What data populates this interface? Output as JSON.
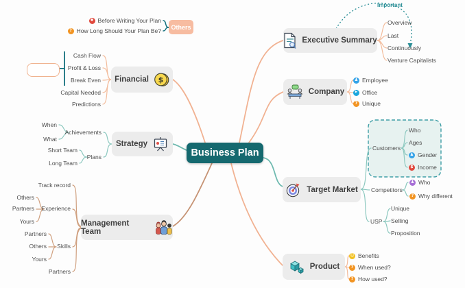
{
  "central": {
    "label": "Business Plan"
  },
  "relationship": {
    "label": "Important"
  },
  "floating": {
    "label": "Others",
    "children": [
      {
        "label": "Before Writing Your Plan",
        "marker": "record-red-icon"
      },
      {
        "label": "How Long Should Your Plan Be?",
        "marker": "question-orange-icon"
      }
    ]
  },
  "branches": {
    "executive_summary": {
      "label": "Executive Summary",
      "icon": "document-magnifier-icon",
      "children": [
        {
          "label": "Overview"
        },
        {
          "label": "Last"
        },
        {
          "label": "Continuously"
        },
        {
          "label": "Venture Capitalists"
        }
      ]
    },
    "company": {
      "label": "Company",
      "icon": "meeting-table-icon",
      "children": [
        {
          "label": "Employee",
          "marker": "person-blue-icon"
        },
        {
          "label": "Office",
          "marker": "play-cyan-icon"
        },
        {
          "label": "Unique",
          "marker": "question-orange-icon"
        }
      ]
    },
    "target_market": {
      "label": "Target Market",
      "icon": "dartboard-icon",
      "customers": {
        "label": "Customers",
        "children": [
          {
            "label": "Who"
          },
          {
            "label": "Ages"
          },
          {
            "label": "Gender",
            "marker": "person-blue-icon"
          },
          {
            "label": "Income",
            "marker": "dollar-red-icon"
          }
        ]
      },
      "competitors": {
        "label": "Competitors",
        "children": [
          {
            "label": "Who",
            "marker": "person-purple-icon"
          },
          {
            "label": "Why different",
            "marker": "question-orange-icon"
          }
        ]
      },
      "usp": {
        "label": "USP",
        "children": [
          {
            "label": "Unique"
          },
          {
            "label": "Selling"
          },
          {
            "label": "Proposition"
          }
        ]
      }
    },
    "product": {
      "label": "Product",
      "icon": "cubes-icon",
      "children": [
        {
          "label": "Benefits",
          "marker": "smiley-yellow-icon"
        },
        {
          "label": "When used?",
          "marker": "question-orange-icon"
        },
        {
          "label": "How used?",
          "marker": "question-orange-icon"
        }
      ]
    },
    "financial": {
      "label": "Financial",
      "icon": "coin-dollar-icon",
      "children": [
        {
          "label": "Cash Flow"
        },
        {
          "label": "Profit & Loss"
        },
        {
          "label": "Break Even"
        },
        {
          "label": "Capital Needed"
        },
        {
          "label": "Predictions"
        }
      ]
    },
    "strategy": {
      "label": "Strategy",
      "icon": "presentation-board-icon",
      "achievements": {
        "label": "Achievements",
        "children": [
          {
            "label": "When"
          },
          {
            "label": "What"
          }
        ]
      },
      "plans": {
        "label": "Plans",
        "children": [
          {
            "label": "Short Team"
          },
          {
            "label": "Long Team"
          }
        ]
      }
    },
    "management_team": {
      "label": "Management Team",
      "icon": "team-people-icon",
      "track_record": {
        "label": "Track record"
      },
      "experience": {
        "label": "Experience",
        "children": [
          {
            "label": "Others"
          },
          {
            "label": "Partners"
          },
          {
            "label": "Yours"
          }
        ]
      },
      "skills": {
        "label": "Skills",
        "children": [
          {
            "label": "Partners"
          },
          {
            "label": "Others"
          },
          {
            "label": "Yours"
          }
        ]
      },
      "partners": {
        "label": "Partners"
      }
    }
  },
  "icons": {
    "question_glyph": "?",
    "dollar_glyph": "$",
    "play_glyph": "▶",
    "person_glyph": "♟",
    "smiley_glyph": "☺",
    "record_glyph": "●"
  },
  "colors": {
    "central_bg": "#15696f",
    "topic_bg": "#ececec",
    "floating_bg": "#f7bca1",
    "branch_peach": "#f1b292",
    "branch_teal": "#6fbab0",
    "branch_tan": "#c69374",
    "summary_teal": "#14717d",
    "relationship": "#2a8e96",
    "boundary_border": "#3f9ea6",
    "boundary_fill": "#e7f2f0"
  }
}
